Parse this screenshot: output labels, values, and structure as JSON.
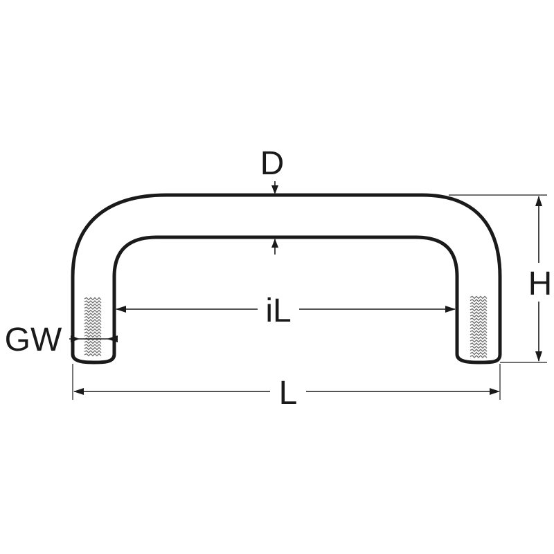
{
  "labels": {
    "d": "D",
    "h": "H",
    "il": "iL",
    "gw": "GW",
    "l": "L"
  },
  "colors": {
    "line": "#1a1a1a",
    "thread": "#6e6e6e",
    "background": "#ffffff"
  }
}
